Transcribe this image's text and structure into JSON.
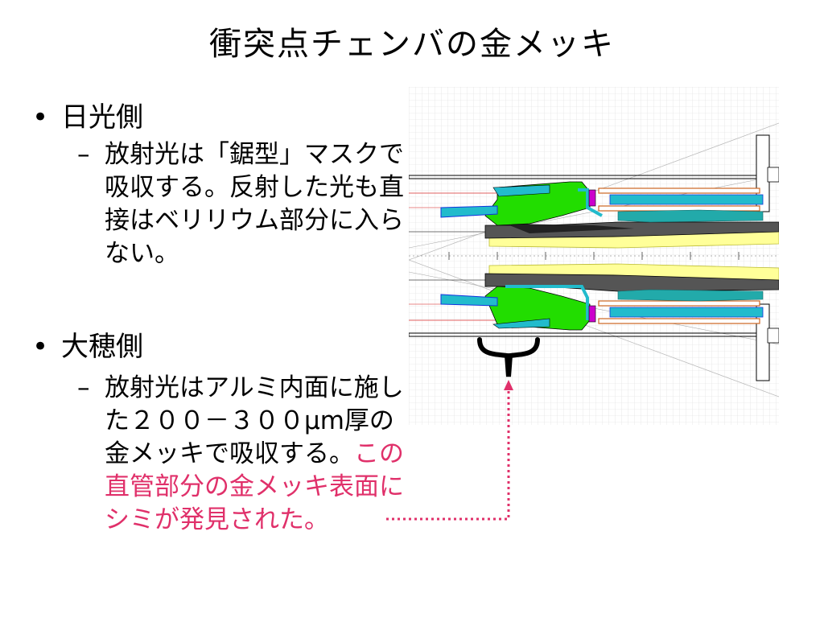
{
  "title": "衝突点チェンバの金メッキ",
  "bullets": [
    {
      "label": "日光側",
      "sub": [
        "放射光は「鋸型」マスクで吸収する。反射した光も直接はベリリウム部分に入らない。"
      ]
    },
    {
      "label": "大穂側",
      "sub_black": "放射光はアルミ内面に施した２００－３００μm厚の金メッキで吸収する。",
      "sub_pink": "この直管部分の金メッキ表面にシミが発見された。"
    }
  ],
  "glyphs": {
    "bullet": "•",
    "dash": "–",
    "brace": "}"
  },
  "colors": {
    "highlight": "#e0306a",
    "green": "#22dd00",
    "cyan": "#22bbcc",
    "yellow": "#ffff99",
    "magenta": "#cc00cc",
    "blue": "#1133dd"
  }
}
